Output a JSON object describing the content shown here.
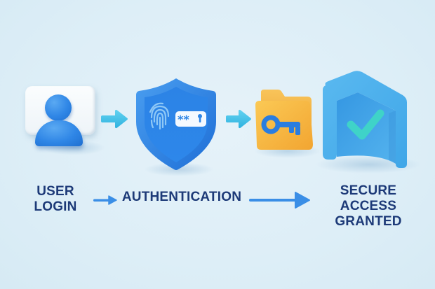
{
  "diagram": {
    "type": "process-flow",
    "background_color": "#ddeef7",
    "steps": [
      {
        "id": "user-login",
        "icon": "user-profile-icon",
        "label_lines": [
          "USER",
          "LOGIN"
        ]
      },
      {
        "id": "authentication",
        "icon": "shield-fingerprint-icon",
        "label_lines": [
          "AUTHENTICATION"
        ],
        "password_field_text": "**"
      },
      {
        "id": "key-folder",
        "icon": "folder-key-icon",
        "label_lines": []
      },
      {
        "id": "secure-access",
        "icon": "secure-gateway-check-icon",
        "label_lines": [
          "SECURE",
          "ACCESS",
          "GRANTED"
        ]
      }
    ],
    "colors": {
      "label_text": "#1d3a78",
      "primary_blue": "#2f86e6",
      "arrow_cyan": "#3fc3e8",
      "label_arrow_blue": "#3a8ee6",
      "folder_yellow": "#f7b53d",
      "check_teal": "#3fd2c7",
      "gateway_blue": "#4fb0ec"
    }
  }
}
